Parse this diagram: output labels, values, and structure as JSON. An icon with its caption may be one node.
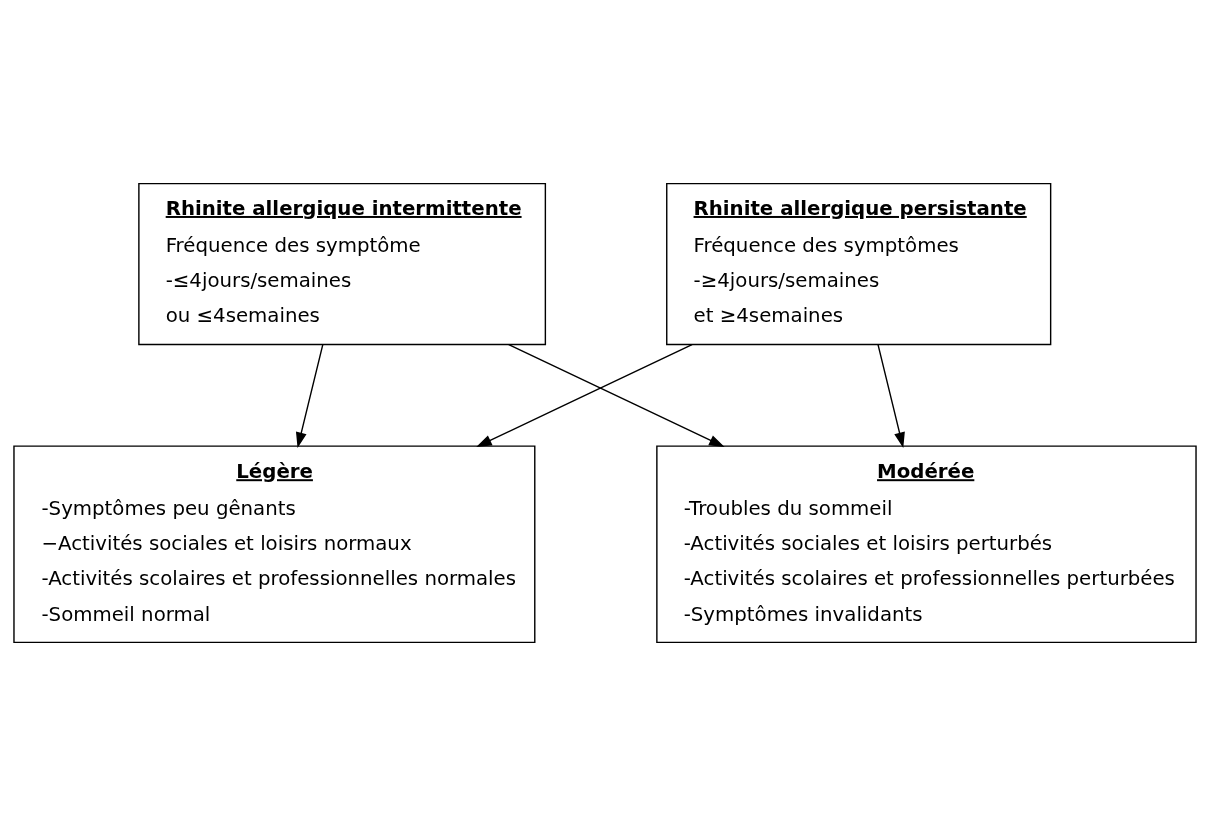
{
  "diagram": {
    "nodes": [
      {
        "text": [
          "Rhinite allergique intermittente",
          "Fréquence des symptôme",
          "-≤4jours/semaines",
          "ou ≤4semaines"
        ]
      },
      {
        "text": [
          "Rhinite allergique persistante",
          "Fréquence des symptômes",
          "-≥4jours/semaines",
          "et ≥4semaines"
        ]
      },
      {
        "text": [
          "Légère",
          "-Symptômes peu gênants",
          "−Activités sociales et loisirs normaux",
          "-Activités scolaires et professionnelles normales",
          "-Sommeil normal"
        ]
      },
      {
        "text": [
          "Modérée",
          "-Troubles du sommeil",
          "-Activités sociales et loisirs perturbés",
          "-Activités scolaires et professionnelles perturbées",
          "-Symptômes invalidants"
        ]
      }
    ],
    "edges": [
      {
        "from": 0,
        "to": 2,
        "arrow": "to"
      },
      {
        "from": 0,
        "to": 3,
        "arrow": "to"
      },
      {
        "from": 1,
        "to": 2,
        "arrow": "to"
      },
      {
        "from": 1,
        "to": 3,
        "arrow": "to"
      }
    ]
  }
}
